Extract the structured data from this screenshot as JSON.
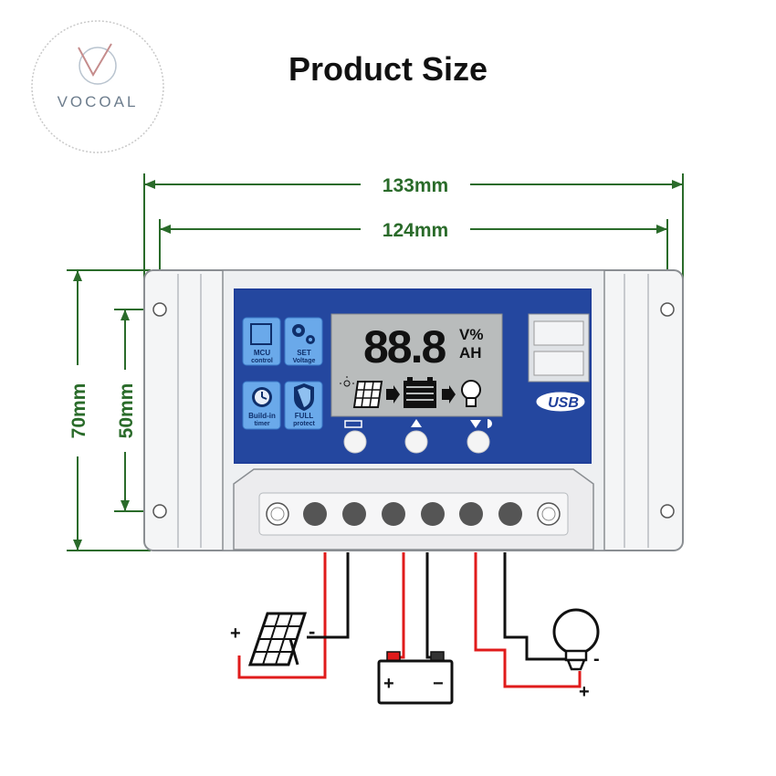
{
  "title": "Product Size",
  "logo": {
    "text": "VOCOAL"
  },
  "dimensions": {
    "overall_width": "133mm",
    "hole_spacing_width": "124mm",
    "overall_height": "70mm",
    "hole_spacing_height": "50mm"
  },
  "display": {
    "digits": "88.8",
    "unit_top": "V%",
    "unit_bottom": "AH"
  },
  "feature_badges": [
    {
      "icon": "chip-icon",
      "label_line1": "MCU",
      "label_line2": "control"
    },
    {
      "icon": "gears-icon",
      "label_line1": "SET",
      "label_line2": "Voltage"
    },
    {
      "icon": "clock-icon",
      "label_line1": "Build-in",
      "label_line2": "timer"
    },
    {
      "icon": "shield-icon",
      "label_line1": "FULL",
      "label_line2": "protect"
    }
  ],
  "usb_label": "USB",
  "buttons": [
    {
      "icon": "menu-icon"
    },
    {
      "icon": "up-icon"
    },
    {
      "icon": "down-icon"
    }
  ],
  "terminals": {
    "solar_plus": "+",
    "solar_minus": "-",
    "battery_plus": "+",
    "battery_minus": "−",
    "load_plus": "+",
    "load_minus": "-"
  },
  "colors": {
    "panel_blue": "#1f3f9a",
    "dimension_green": "#2a6b2a",
    "wire_red": "#e01b1b",
    "wire_black": "#111111",
    "lcd_gray": "#b9bcbc"
  }
}
